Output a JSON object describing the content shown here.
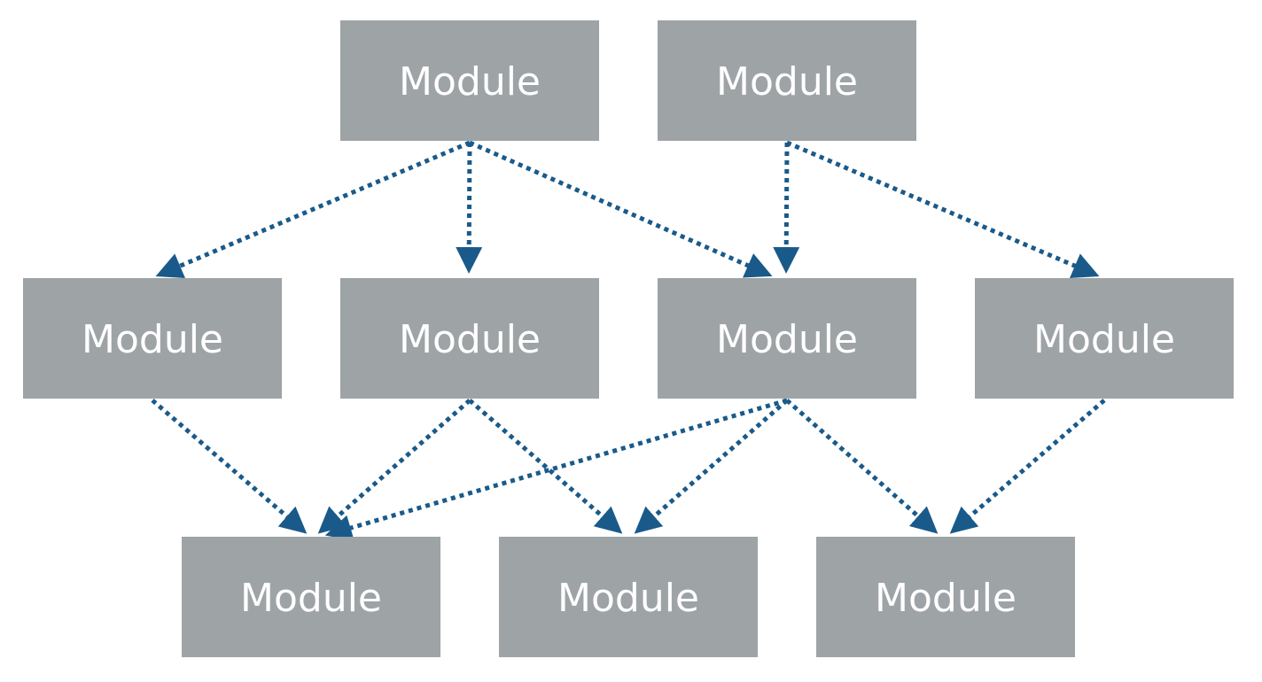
{
  "diagram": {
    "colors": {
      "background": "#ffffff",
      "module_fill": "#9ea3a6",
      "module_text": "#ffffff",
      "arrow": "#1a5a8a"
    },
    "nodes": [
      {
        "id": "top-1",
        "label": "Module"
      },
      {
        "id": "top-2",
        "label": "Module"
      },
      {
        "id": "mid-1",
        "label": "Module"
      },
      {
        "id": "mid-2",
        "label": "Module"
      },
      {
        "id": "mid-3",
        "label": "Module"
      },
      {
        "id": "mid-4",
        "label": "Module"
      },
      {
        "id": "bot-1",
        "label": "Module"
      },
      {
        "id": "bot-2",
        "label": "Module"
      },
      {
        "id": "bot-3",
        "label": "Module"
      }
    ],
    "edges": [
      {
        "from": "top-1",
        "to": "mid-1"
      },
      {
        "from": "top-1",
        "to": "mid-2"
      },
      {
        "from": "top-1",
        "to": "mid-3"
      },
      {
        "from": "top-2",
        "to": "mid-3"
      },
      {
        "from": "top-2",
        "to": "mid-4"
      },
      {
        "from": "mid-1",
        "to": "bot-1"
      },
      {
        "from": "mid-2",
        "to": "bot-1"
      },
      {
        "from": "mid-2",
        "to": "bot-2"
      },
      {
        "from": "mid-3",
        "to": "bot-1"
      },
      {
        "from": "mid-3",
        "to": "bot-2"
      },
      {
        "from": "mid-3",
        "to": "bot-3"
      },
      {
        "from": "mid-4",
        "to": "bot-3"
      }
    ]
  }
}
